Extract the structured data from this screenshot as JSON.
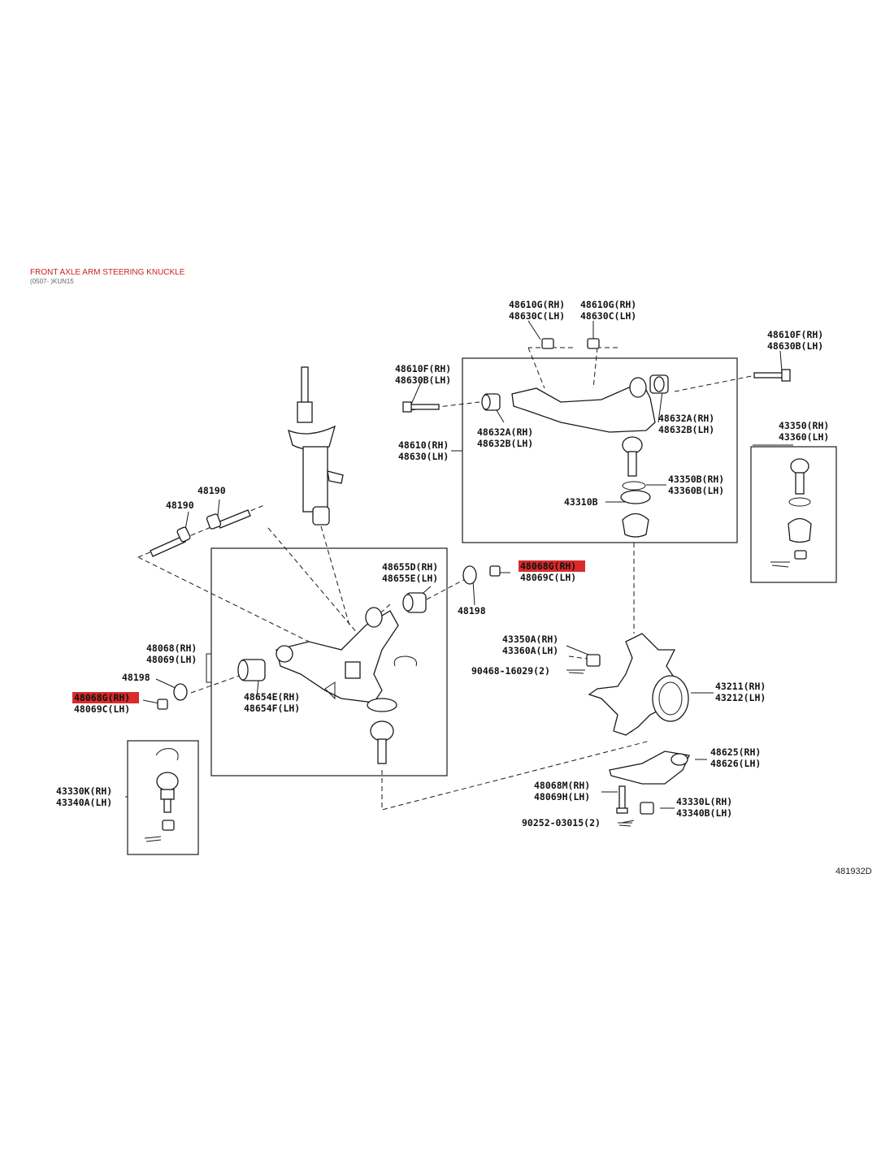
{
  "header": {
    "title": "FRONT AXLE ARM STEERING KNUCKLE",
    "subtitle": "(0507- )KUN15"
  },
  "diagram_code": "481932D",
  "highlight_color": "#d92b2b",
  "labels": {
    "l01a": "48610G(RH)",
    "l01b": "48630C(LH)",
    "l02a": "48610G(RH)",
    "l02b": "48630C(LH)",
    "l03a": "48610F(RH)",
    "l03b": "48630B(LH)",
    "l04a": "48610F(RH)",
    "l04b": "48630B(LH)",
    "l05a": "48632A(RH)",
    "l05b": "48632B(LH)",
    "l06a": "48632A(RH)",
    "l06b": "48632B(LH)",
    "l07a": "48610(RH)",
    "l07b": "48630(LH)",
    "l08a": "43350(RH)",
    "l08b": "43360(LH)",
    "l09a": "43350B(RH)",
    "l09b": "43360B(LH)",
    "l10": "43310B",
    "l11": "48190",
    "l12": "48190",
    "l13a": "48655D(RH)",
    "l13b": "48655E(LH)",
    "l14a": "48068G(RH)",
    "l14b": "48069C(LH)",
    "l15": "48198",
    "l16a": "48068(RH)",
    "l16b": "48069(LH)",
    "l17": "48198",
    "l18a": "48068G(RH)",
    "l18b": "48069C(LH)",
    "l19a": "48654E(RH)",
    "l19b": "48654F(LH)",
    "l20a": "43350A(RH)",
    "l20b": "43360A(LH)",
    "l21": "90468-16029(2)",
    "l22a": "43211(RH)",
    "l22b": "43212(LH)",
    "l23a": "48625(RH)",
    "l23b": "48626(LH)",
    "l24a": "48068M(RH)",
    "l24b": "48069H(LH)",
    "l25a": "43330L(RH)",
    "l25b": "43340B(LH)",
    "l26": "90252-03015(2)",
    "l27a": "43330K(RH)",
    "l27b": "43340A(LH)"
  }
}
